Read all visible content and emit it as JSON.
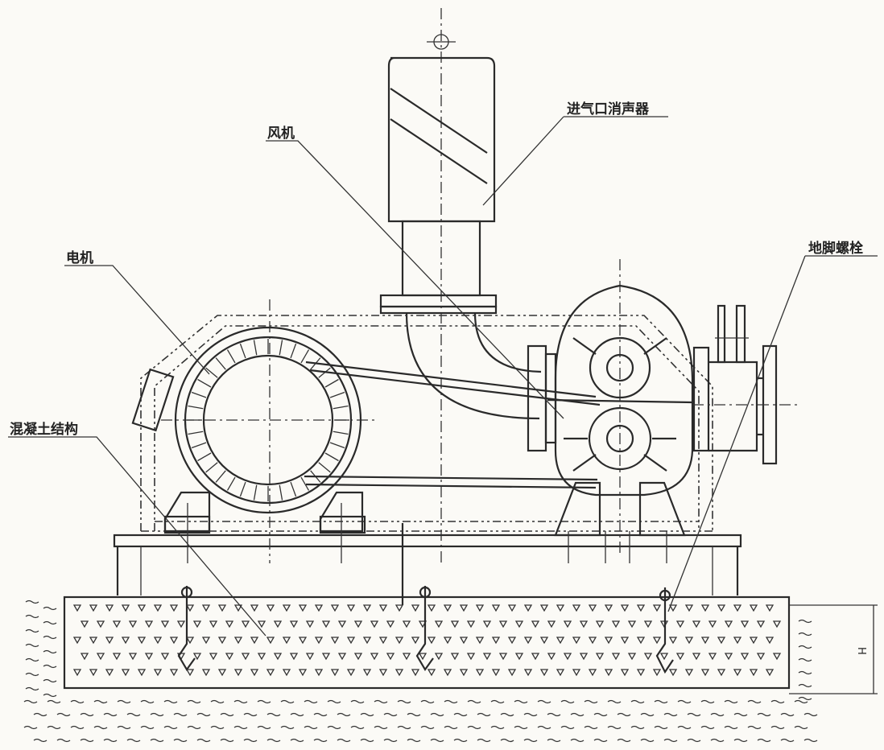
{
  "labels": {
    "motor": "电机",
    "blower": "风机",
    "muffler": "进气口消声器",
    "anchor_bolt": "地脚螺栓",
    "concrete": "混凝土结构"
  },
  "dimension": {
    "height": "H"
  },
  "colors": {
    "line": "#2a2a2a",
    "paper": "#fbfaf6"
  }
}
